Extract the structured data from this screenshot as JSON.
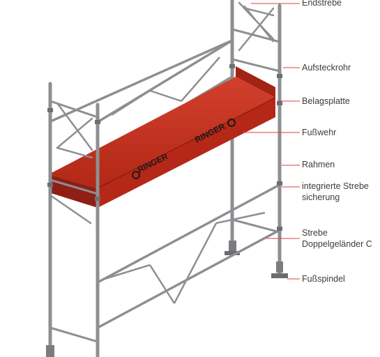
{
  "diagram": {
    "brand_text": "RINGER",
    "colors": {
      "frame": "#8d8f92",
      "frame_dark": "#5e6063",
      "deck_red": "#c8301f",
      "deck_dark": "#8f1f14",
      "leader": "#d94040",
      "label_text": "#3c3c3c"
    },
    "labels": {
      "endstrebe": "Endstrebe",
      "aufsteckrohr": "Aufsteckrohr",
      "belagsplatte": "Belagsplatte",
      "fusswehr": "Fußwehr",
      "rahmen": "Rahmen",
      "strebe_line1": "integrierte Strebe",
      "strebe_line2": "sicherung",
      "doppel_line1": "Strebe",
      "doppel_line2": "Doppelgeländer C",
      "fussspindel": "Fußspindel"
    }
  }
}
